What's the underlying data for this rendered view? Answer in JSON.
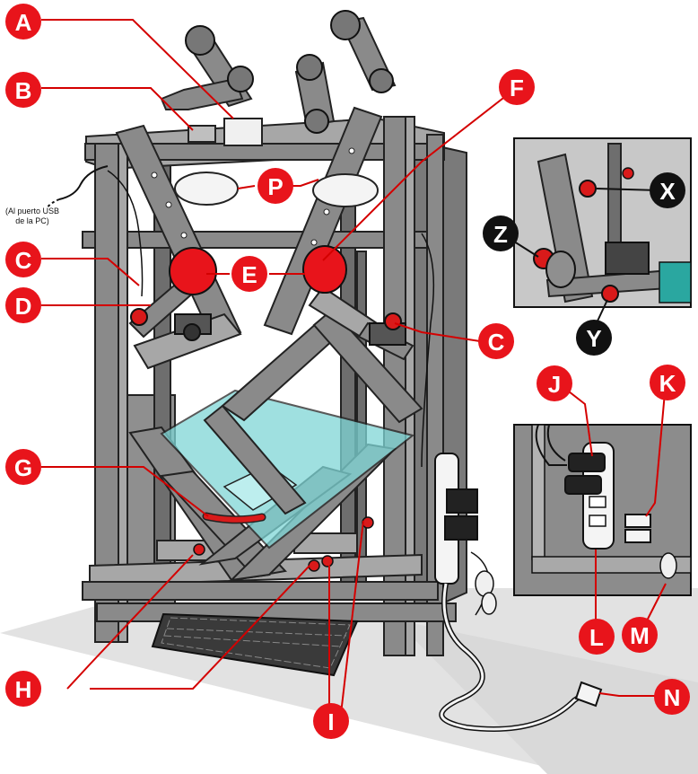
{
  "note": {
    "line1": "(Al puerto USB",
    "line2": "de la PC)"
  },
  "labels": {
    "a": "A",
    "b": "B",
    "c1": "C",
    "c2": "C",
    "d": "D",
    "e": "E",
    "f": "F",
    "g": "G",
    "h": "H",
    "i": "I",
    "j": "J",
    "k": "K",
    "l": "L",
    "m": "M",
    "n": "N",
    "p": "P",
    "x": "X",
    "y": "Y",
    "z": "Z"
  },
  "colors": {
    "badge_red": "#e8141b",
    "badge_black": "#111111",
    "wood": "#8a8a8a",
    "glass": "#7fd6d6",
    "knob_red": "#d91a1a"
  }
}
